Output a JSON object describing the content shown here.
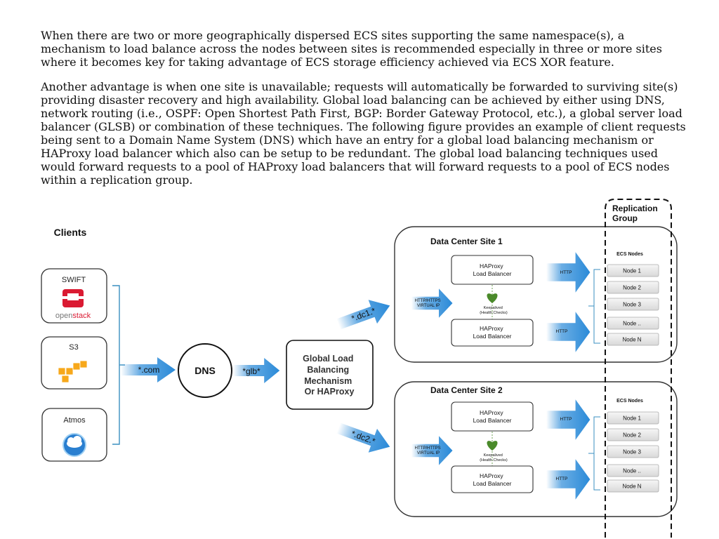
{
  "document": {
    "paragraphs": [
      "When there are two or more geographically dispersed ECS sites supporting the same namespace(s), a mechanism to load balance across the nodes between sites is recommended especially in three or more sites where it becomes key for taking advantage of ECS storage efficiency achieved via ECS XOR feature.",
      "Another advantage is when one site is unavailable; requests will automatically be forwarded to surviving site(s) providing disaster recovery and high availability. Global load balancing can be achieved by either using DNS, network routing (i.e., OSPF: Open Shortest Path First, BGP: Border Gateway Protocol, etc.), a global server load balancer (GLSB) or combination of these techniques. The following figure provides an example of client requests being sent to a Domain Name System (DNS) which have an entry for a global load balancing mechanism or HAProxy load balancer which also can be setup to be redundant. The global load balancing techniques used would forward requests to a pool of HAProxy load balancers that will forward requests to a pool of ECS nodes within a replication group."
    ]
  },
  "diagram": {
    "clients_title": "Clients",
    "clients": [
      {
        "name": "SWIFT",
        "logo_text_a": "open",
        "logo_text_b": "stack",
        "icon": "openstack-icon"
      },
      {
        "name": "S3",
        "icon": "aws-cubes-icon"
      },
      {
        "name": "Atmos",
        "icon": "cloud-globe-icon"
      }
    ],
    "arrow_com": "*.com",
    "dns": "DNS",
    "arrow_glb": "*glb*",
    "glb_lines": [
      "Global Load",
      "Balancing",
      "Mechanism",
      "Or HAProxy"
    ],
    "arrow_dc1": "*.dc1.*",
    "arrow_dc2": "*.dc2.*",
    "replication_lines": [
      "Replication",
      "Group"
    ],
    "sites": [
      {
        "title": "Data Center Site 1",
        "vip_lines": [
          "HTTP/HTTPS",
          "VIRTUAL IP"
        ],
        "haproxy_lines": [
          "HAProxy",
          "Load Balancer"
        ],
        "keepalived_lines": [
          "Keepalived",
          "(Health Checks)"
        ],
        "http_label": "HTTP",
        "ecs_nodes_title": "ECS Nodes",
        "nodes": [
          "Node 1",
          "Node 2",
          "Node 3",
          "Node ..",
          "Node N"
        ]
      },
      {
        "title": "Data Center Site 2",
        "vip_lines": [
          "HTTP/HTTPS",
          "VIRTUAL IP"
        ],
        "haproxy_lines": [
          "HAProxy",
          "Load Balancer"
        ],
        "keepalived_lines": [
          "Keepalived",
          "(Health Checks)"
        ],
        "http_label": "HTTP",
        "ecs_nodes_title": "ECS Nodes",
        "nodes": [
          "Node 1",
          "Node 2",
          "Node 3",
          "Node ..",
          "Node N"
        ]
      }
    ],
    "colors": {
      "arrow": "#2a8ad8",
      "bracket": "#3a8fc0",
      "openstack_red": "#da1a32",
      "aws_orange": "#f7a81b",
      "heart_green": "#4a8a2a"
    }
  }
}
